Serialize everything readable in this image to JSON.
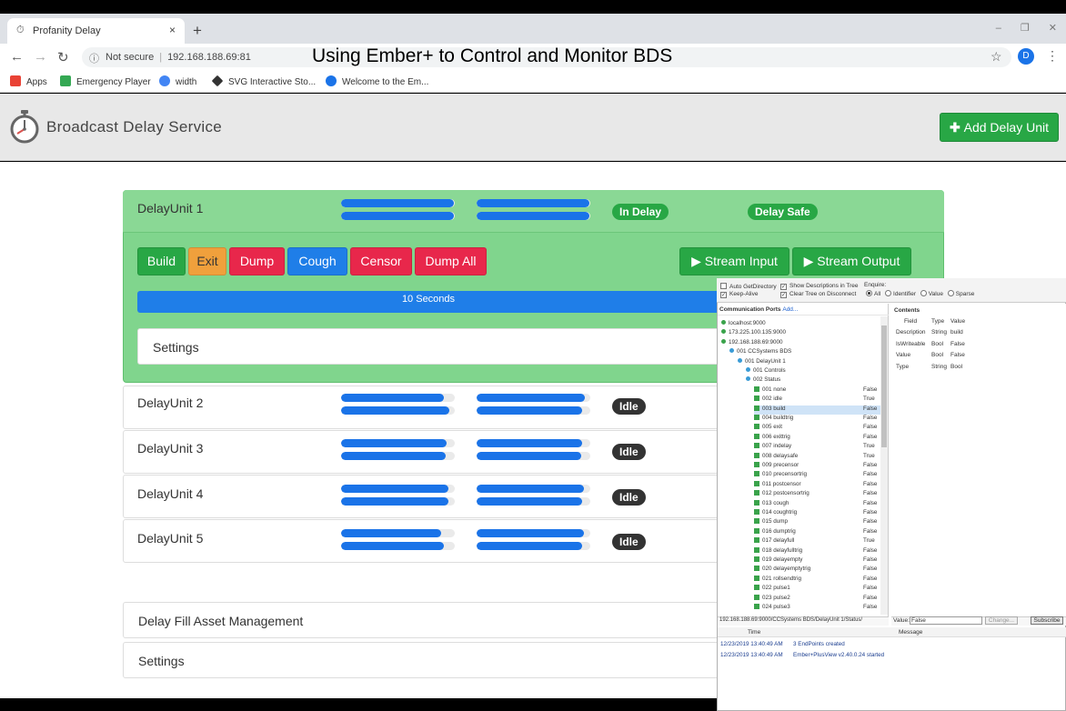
{
  "browser": {
    "tab_title": "Profanity Delay",
    "tab_close": "×",
    "new_tab": "+",
    "window_controls": "–  ❐  ✕",
    "security_label": "Not secure",
    "url": "192.168.188.69:81",
    "avatar_letter": "D",
    "bookmarks": [
      {
        "label": "Apps",
        "color": "#e94235"
      },
      {
        "label": "Emergency Player",
        "color": "#34a853"
      },
      {
        "label": "width",
        "color": "#4285f4"
      },
      {
        "label": "SVG Interactive Sto...",
        "color": "#333333"
      },
      {
        "label": "Welcome to the Em...",
        "color": "#1a73e8"
      }
    ]
  },
  "video_overlay_title": "Using Ember+ to Control and Monitor BDS",
  "app": {
    "title": "Broadcast Delay Service",
    "add_button": "Add Delay Unit"
  },
  "units": [
    {
      "name": "DelayUnit 1",
      "meter_in": [
        0.99,
        0.99
      ],
      "meter_out": [
        0.99,
        0.99
      ],
      "badges": [
        "In Delay",
        "Delay Safe"
      ]
    },
    {
      "name": "DelayUnit 2",
      "meter_in": [
        0.9,
        0.95
      ],
      "meter_out": [
        0.95,
        0.93
      ],
      "badges": [
        "Idle"
      ]
    },
    {
      "name": "DelayUnit 3",
      "meter_in": [
        0.93,
        0.92
      ],
      "meter_out": [
        0.93,
        0.92
      ],
      "badges": [
        "Idle"
      ]
    },
    {
      "name": "DelayUnit 4",
      "meter_in": [
        0.94,
        0.94
      ],
      "meter_out": [
        0.94,
        0.93
      ],
      "badges": [
        "Idle"
      ]
    },
    {
      "name": "DelayUnit 5",
      "meter_in": [
        0.88,
        0.9
      ],
      "meter_out": [
        0.94,
        0.93
      ],
      "badges": [
        "Idle"
      ]
    }
  ],
  "unit1_buttons": [
    "Build",
    "Exit",
    "Dump",
    "Cough",
    "Censor",
    "Dump All"
  ],
  "stream_input": "Stream Input",
  "stream_output": "Stream Output",
  "delay_progress": {
    "label": "10 Seconds",
    "value": 1.0
  },
  "unit1_settings": "Settings",
  "panels": [
    "Delay Fill Asset Management",
    "Settings"
  ],
  "ember": {
    "auto_get_directory": "Auto GetDirectory",
    "keep_alive": "Keep-Alive",
    "show_descriptions": "Show Descriptions in Tree",
    "clear_tree": "Clear Tree on Disconnect",
    "enquire_label": "Enquire:",
    "enquire_options": [
      "All",
      "Identifier",
      "Value",
      "Sparse"
    ],
    "ports_label": "Communication Ports",
    "ports_add": "Add...",
    "contents_label": "Contents",
    "contents_cols": [
      "Field",
      "Type",
      "Value"
    ],
    "contents_rows": [
      [
        "Description",
        "String",
        "build"
      ],
      [
        "IsWriteable",
        "Bool",
        "False"
      ],
      [
        "Value",
        "Bool",
        "False"
      ],
      [
        "Type",
        "String",
        "Bool"
      ]
    ],
    "tree": [
      {
        "label": "localhost:9000",
        "level": 0,
        "kind": "host"
      },
      {
        "label": "173.225.100.135:9000",
        "level": 0,
        "kind": "host"
      },
      {
        "label": "192.168.188.69:9000",
        "level": 0,
        "kind": "host"
      },
      {
        "label": "001 CCSystems BDS",
        "level": 1,
        "kind": "node"
      },
      {
        "label": "001 DelayUnit 1",
        "level": 2,
        "kind": "node"
      },
      {
        "label": "001 Controls",
        "level": 3,
        "kind": "node"
      },
      {
        "label": "002 Status",
        "level": 3,
        "kind": "node"
      },
      {
        "label": "001 none",
        "level": 4,
        "kind": "param",
        "value": "False"
      },
      {
        "label": "002 idle",
        "level": 4,
        "kind": "param",
        "value": "True"
      },
      {
        "label": "003 build",
        "level": 4,
        "kind": "param",
        "value": "False"
      },
      {
        "label": "004 buildtrig",
        "level": 4,
        "kind": "param",
        "value": "False"
      },
      {
        "label": "005 exit",
        "level": 4,
        "kind": "param",
        "value": "False"
      },
      {
        "label": "006 exittrig",
        "level": 4,
        "kind": "param",
        "value": "False"
      },
      {
        "label": "007 indelay",
        "level": 4,
        "kind": "param",
        "value": "True"
      },
      {
        "label": "008 delaysafe",
        "level": 4,
        "kind": "param",
        "value": "True"
      },
      {
        "label": "009 precensor",
        "level": 4,
        "kind": "param",
        "value": "False"
      },
      {
        "label": "010 precensortrig",
        "level": 4,
        "kind": "param",
        "value": "False"
      },
      {
        "label": "011 postcensor",
        "level": 4,
        "kind": "param",
        "value": "False"
      },
      {
        "label": "012 postcensortrig",
        "level": 4,
        "kind": "param",
        "value": "False"
      },
      {
        "label": "013 cough",
        "level": 4,
        "kind": "param",
        "value": "False"
      },
      {
        "label": "014 coughtrig",
        "level": 4,
        "kind": "param",
        "value": "False"
      },
      {
        "label": "015 dump",
        "level": 4,
        "kind": "param",
        "value": "False"
      },
      {
        "label": "016 dumptrig",
        "level": 4,
        "kind": "param",
        "value": "False"
      },
      {
        "label": "017 delayfull",
        "level": 4,
        "kind": "param",
        "value": "True"
      },
      {
        "label": "018 delayfulltrig",
        "level": 4,
        "kind": "param",
        "value": "False"
      },
      {
        "label": "019 delayempty",
        "level": 4,
        "kind": "param",
        "value": "False"
      },
      {
        "label": "020 delayemptytrig",
        "level": 4,
        "kind": "param",
        "value": "False"
      },
      {
        "label": "021 rollsendtrig",
        "level": 4,
        "kind": "param",
        "value": "False"
      },
      {
        "label": "022 pulse1",
        "level": 4,
        "kind": "param",
        "value": "False"
      },
      {
        "label": "023 pulse2",
        "level": 4,
        "kind": "param",
        "value": "False"
      },
      {
        "label": "024 pulse3",
        "level": 4,
        "kind": "param",
        "value": "False"
      }
    ],
    "path": "192.168.188.69:9000/CCSystems BDS/DelayUnit 1/Status/",
    "value_label": "Value:",
    "value_field": "False",
    "change_button": "Change...",
    "subscribe_button": "Subscribe",
    "log_headers": [
      "Time",
      "Message"
    ],
    "log": [
      {
        "time": "12/23/2019 13:40:49 AM",
        "message": "3 EndPoints created"
      },
      {
        "time": "12/23/2019 13:40:49 AM",
        "message": "Ember+PlusView v2.40.0.24 started"
      }
    ]
  }
}
